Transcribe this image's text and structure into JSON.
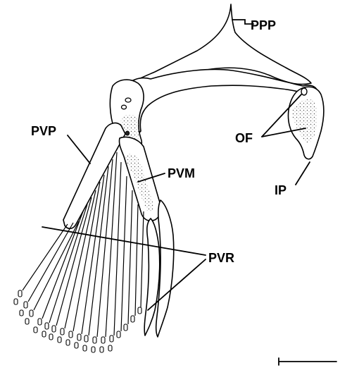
{
  "figure": {
    "labels": {
      "ppp": "PPP",
      "pvp": "PVP",
      "pvm": "PVM",
      "of": "OF",
      "ip": "IP",
      "pvr": "PVR"
    }
  }
}
